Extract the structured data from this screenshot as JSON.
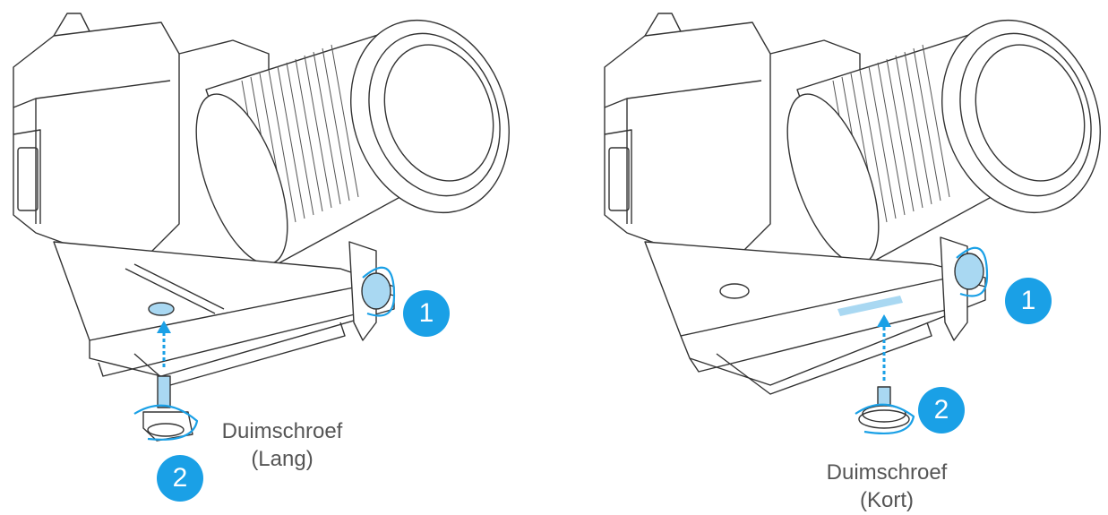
{
  "colors": {
    "accent": "#1aa0e6",
    "accent_light": "#a9d8f2",
    "line": "#333333",
    "caption": "#555555"
  },
  "left": {
    "badge1": "1",
    "badge2": "2",
    "caption_line1": "Duimschroef",
    "caption_line2": "(Lang)"
  },
  "right": {
    "badge1": "1",
    "badge2": "2",
    "caption_line1": "Duimschroef",
    "caption_line2": "(Kort)"
  },
  "icons": [
    "camera-icon",
    "lens-icon",
    "quick-release-plate-icon",
    "thumbscrew-icon",
    "rotate-arrow-icon",
    "dotted-arrow-icon"
  ]
}
